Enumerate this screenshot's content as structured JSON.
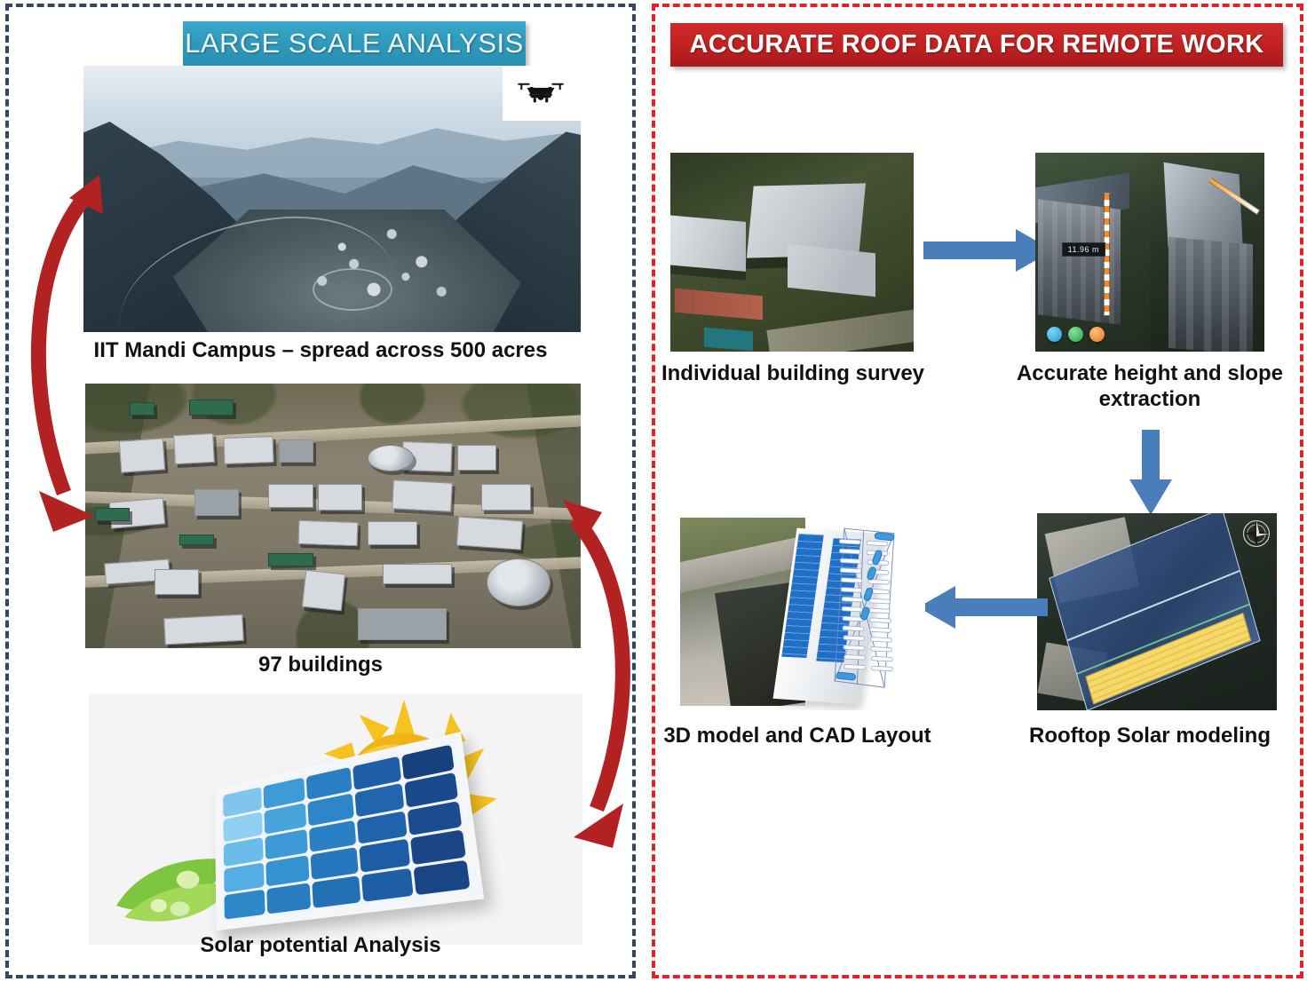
{
  "left_panel": {
    "header": "LARGE SCALE ANALYSIS",
    "header_color": "#2f9bbd",
    "border_color": "#33475e",
    "steps": [
      {
        "id": "campus-overview",
        "caption": "IIT Mandi Campus – spread across 500 acres",
        "image": "aerial-valley-campus-photo",
        "overlay_icon": "drone-icon"
      },
      {
        "id": "orthomosaic",
        "caption": "97 buildings",
        "image": "orthomosaic-topdown-campus-photo"
      },
      {
        "id": "solar-potential",
        "caption": "Solar potential Analysis",
        "image": "solar-panel-sun-leaves-illustration"
      }
    ],
    "arrows": [
      {
        "id": "arrow-overview-to-ortho",
        "shape": "curved-arrow-down-left",
        "color": "#b32222"
      },
      {
        "id": "arrow-ortho-to-solar",
        "shape": "curved-arrow-down-right",
        "color": "#b32222"
      }
    ]
  },
  "right_panel": {
    "header": "ACCURATE ROOF DATA FOR REMOTE WORK",
    "header_color": "#c22222",
    "border_color": "#e3212b",
    "steps": [
      {
        "id": "individual-building-survey",
        "caption": "Individual building survey",
        "image": "aerial-single-building-photo"
      },
      {
        "id": "height-slope-extraction",
        "caption": "Accurate height and slope extraction",
        "image": "photogrammetry-measurement-split-view",
        "measurement_label": "11.96 m",
        "tool_colors": [
          "#27a8e0",
          "#2fae52",
          "#f08030"
        ]
      },
      {
        "id": "rooftop-solar-modeling",
        "caption": "Rooftop Solar modeling",
        "image": "roof-polygon-with-pv-array",
        "overlay_icon": "compass-rose-icon",
        "roof_fill_color": "#2f4c7a",
        "pv_fill_color": "#f0cf5c"
      },
      {
        "id": "3d-model-cad-layout",
        "caption": "3D model and CAD Layout",
        "image": "3d-building-model-and-cad-wireframe"
      }
    ],
    "arrows": [
      {
        "id": "arrow-survey-to-extraction",
        "direction": "right",
        "color": "#4a7ebb"
      },
      {
        "id": "arrow-extraction-to-modeling",
        "direction": "down",
        "color": "#4a7ebb"
      },
      {
        "id": "arrow-modeling-to-cad",
        "direction": "left",
        "color": "#4a7ebb"
      }
    ]
  }
}
